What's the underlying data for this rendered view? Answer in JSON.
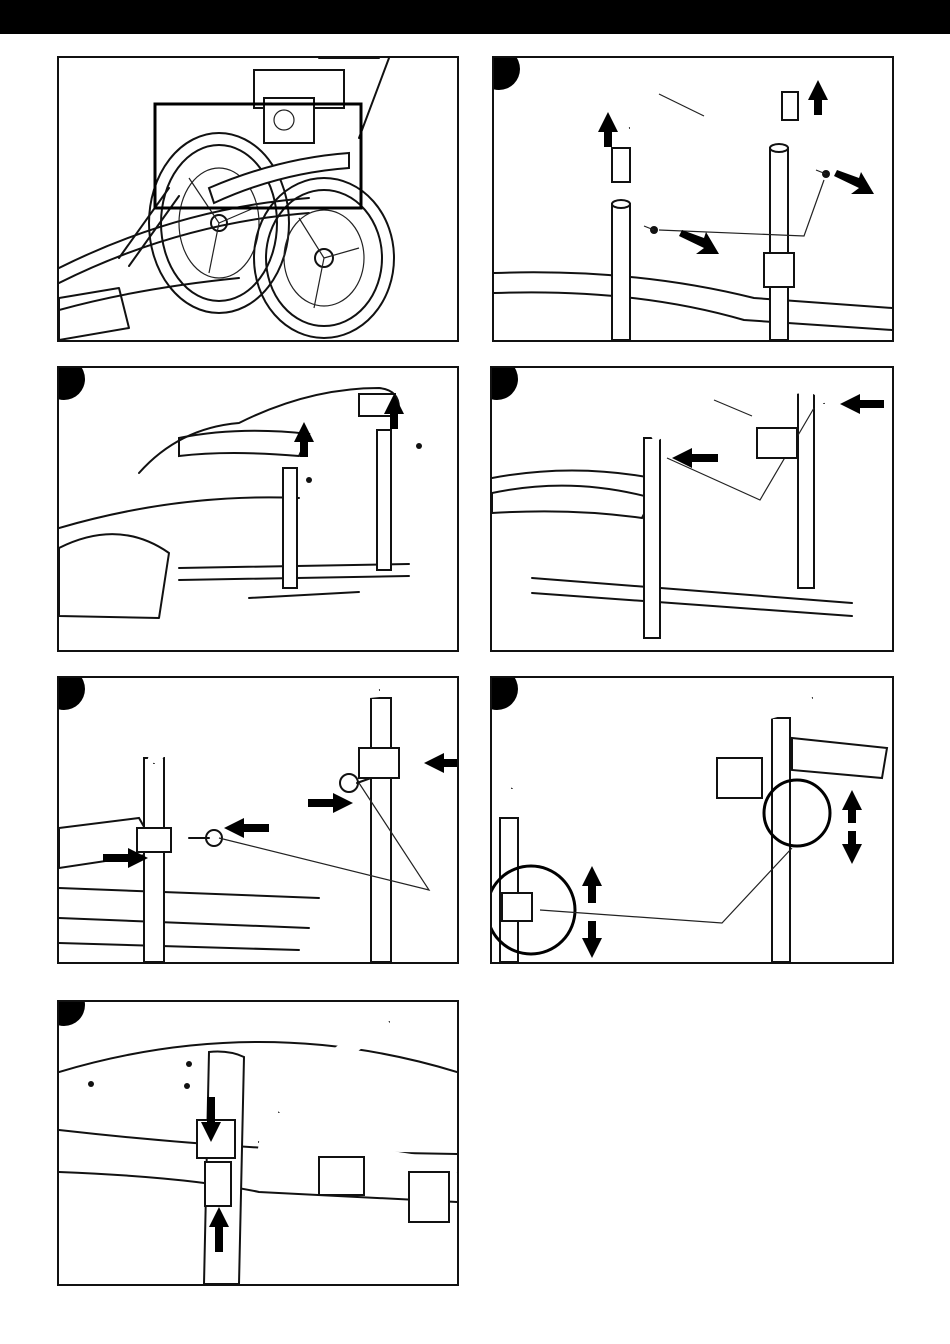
{
  "page": {
    "background": "#ffffff",
    "top_band_color": "#000000"
  },
  "steps": [
    {
      "id": "overview",
      "badge": "",
      "shows_badge": false
    },
    {
      "id": "step-1",
      "badge": "",
      "shows_badge": true
    },
    {
      "id": "step-2",
      "badge": "",
      "shows_badge": true
    },
    {
      "id": "step-3",
      "badge": "",
      "shows_badge": true
    },
    {
      "id": "step-4",
      "badge": "",
      "shows_badge": true
    },
    {
      "id": "step-5",
      "badge": "",
      "shows_badge": true
    },
    {
      "id": "step-6",
      "badge": "",
      "shows_badge": true
    }
  ],
  "icons": [
    "arrow-up-icon",
    "arrow-down-icon",
    "arrow-left-icon",
    "arrow-right-icon",
    "screw-icon",
    "wheel-icon",
    "knob-icon",
    "buckle-icon",
    "callout-circle-icon"
  ]
}
